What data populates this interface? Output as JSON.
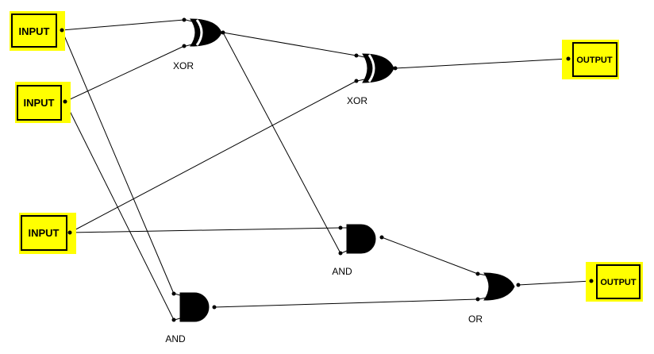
{
  "colors": {
    "io_fill": "#ffff00",
    "wire": "#000000",
    "gate": "#000000"
  },
  "inputs": [
    {
      "id": "in1",
      "label": "INPUT"
    },
    {
      "id": "in2",
      "label": "INPUT"
    },
    {
      "id": "in3",
      "label": "INPUT"
    }
  ],
  "outputs": [
    {
      "id": "out1",
      "label": "OUTPUT"
    },
    {
      "id": "out2",
      "label": "OUTPUT"
    }
  ],
  "gates": [
    {
      "id": "xor1",
      "type": "xor",
      "label": "XOR"
    },
    {
      "id": "xor2",
      "type": "xor",
      "label": "XOR"
    },
    {
      "id": "and1",
      "type": "and",
      "label": "AND"
    },
    {
      "id": "and2",
      "type": "and",
      "label": "AND"
    },
    {
      "id": "or1",
      "type": "or",
      "label": "OR"
    }
  ],
  "connections": [
    {
      "from": "in1",
      "to": "xor1",
      "pin": 0
    },
    {
      "from": "in2",
      "to": "xor1",
      "pin": 1
    },
    {
      "from": "in1",
      "to": "and2",
      "pin": 0
    },
    {
      "from": "in2",
      "to": "and2",
      "pin": 1
    },
    {
      "from": "xor1",
      "to": "xor2",
      "pin": 0
    },
    {
      "from": "in3",
      "to": "xor2",
      "pin": 1
    },
    {
      "from": "xor1",
      "to": "and1",
      "pin": 1
    },
    {
      "from": "in3",
      "to": "and1",
      "pin": 0
    },
    {
      "from": "xor2",
      "to": "out1",
      "pin": 0
    },
    {
      "from": "and1",
      "to": "or1",
      "pin": 0
    },
    {
      "from": "and2",
      "to": "or1",
      "pin": 1
    },
    {
      "from": "or1",
      "to": "out2",
      "pin": 0
    }
  ]
}
